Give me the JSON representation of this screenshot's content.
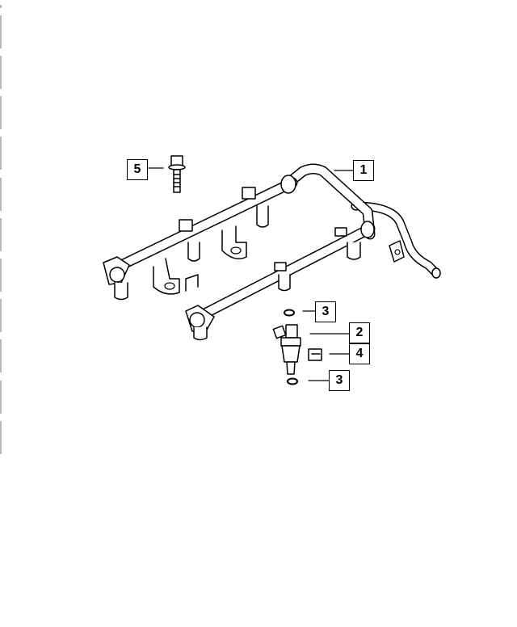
{
  "diagram": {
    "callouts": [
      {
        "label": "1",
        "part": "fuel-rail"
      },
      {
        "label": "2",
        "part": "fuel-injector"
      },
      {
        "label": "3",
        "part": "o-ring-upper"
      },
      {
        "label": "3",
        "part": "o-ring-lower"
      },
      {
        "label": "4",
        "part": "injector-clip"
      },
      {
        "label": "5",
        "part": "bolt"
      }
    ],
    "colors": {
      "line": "#000000",
      "background": "#ffffff",
      "edge_marks": "#a0a0a0"
    }
  }
}
